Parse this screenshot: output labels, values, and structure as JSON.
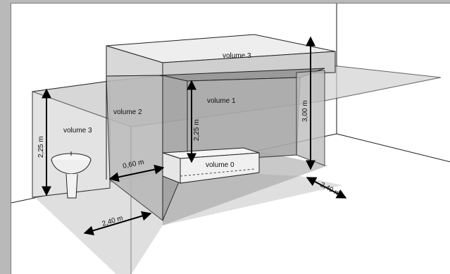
{
  "zones": {
    "volume_0": "volume 0",
    "volume_1": "volume 1",
    "volume_2": "volume 2",
    "volume_3_top": "volume 3",
    "volume_3_left": "volume 3"
  },
  "dimensions": {
    "height_left": "2,25 m",
    "height_center": "2,25 m",
    "height_total": "3,00 m",
    "width_inner": "0,60 m",
    "width_front": "2,40 m",
    "width_right": "2,40 m"
  }
}
